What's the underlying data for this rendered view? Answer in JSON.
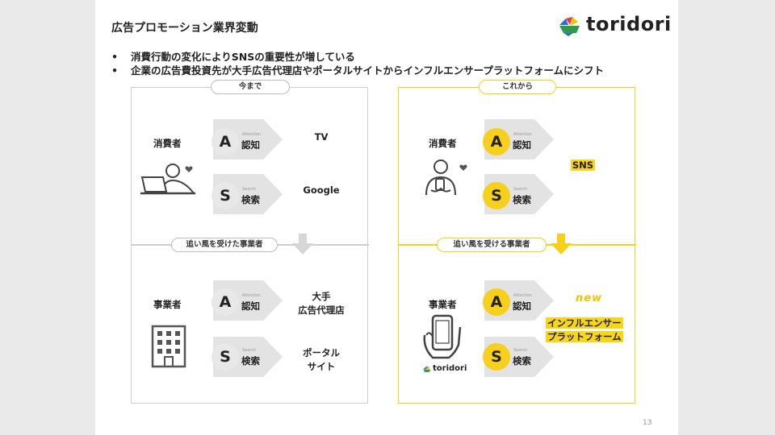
{
  "slide": {
    "title": "広告プロモーション業界変動",
    "logo_text": "toridori",
    "page_number": "13",
    "bullets": [
      "消費行動の変化によりSNSの重要性が増している",
      "企業の広告費投資先が大手広告代理店やポータルサイトからインフルエンサープラットフォームにシフト"
    ]
  },
  "left_panel": {
    "label": "今まで",
    "mid_label": "追い風を受けた事業者",
    "consumer_label": "消費者",
    "business_label": "事業者",
    "consumer_attention": {
      "letter": "A",
      "sub": "Attention",
      "kana": "認知",
      "value": "TV"
    },
    "consumer_search": {
      "letter": "S",
      "sub": "Search",
      "kana": "検索",
      "value": "Google"
    },
    "business_attention": {
      "letter": "A",
      "sub": "Attention",
      "kana": "認知",
      "value_line1": "大手",
      "value_line2": "広告代理店"
    },
    "business_search": {
      "letter": "S",
      "sub": "Search",
      "kana": "検索",
      "value_line1": "ポータル",
      "value_line2": "サイト"
    }
  },
  "right_panel": {
    "label": "これから",
    "mid_label": "追い風を受ける事業者",
    "consumer_label": "消費者",
    "business_label": "事業者",
    "consumer_attention": {
      "letter": "A",
      "sub": "Attention",
      "kana": "認知"
    },
    "consumer_search": {
      "letter": "S",
      "sub": "Search",
      "kana": "検索"
    },
    "consumer_value": "SNS",
    "business_attention": {
      "letter": "A",
      "sub": "Attention",
      "kana": "認知"
    },
    "business_search": {
      "letter": "S",
      "sub": "Search",
      "kana": "検索"
    },
    "new_badge": "new",
    "business_value_line1": "インフルエンサー",
    "business_value_line2": "プラットフォーム",
    "phone_brand": "toridori"
  },
  "colors": {
    "accent_yellow": "#f7cf1d",
    "panel_gray": "#cfcfcf",
    "chevron_gray": "#e3e3e3",
    "text": "#222222"
  },
  "icons": {
    "logo": "bird-logo-icon",
    "consumer_left": "person-laptop-icon",
    "consumer_right": "person-smartphone-icon",
    "business_left": "office-building-icon",
    "business_right": "hand-smartphone-icon",
    "arrow_down": "arrow-down-icon"
  }
}
